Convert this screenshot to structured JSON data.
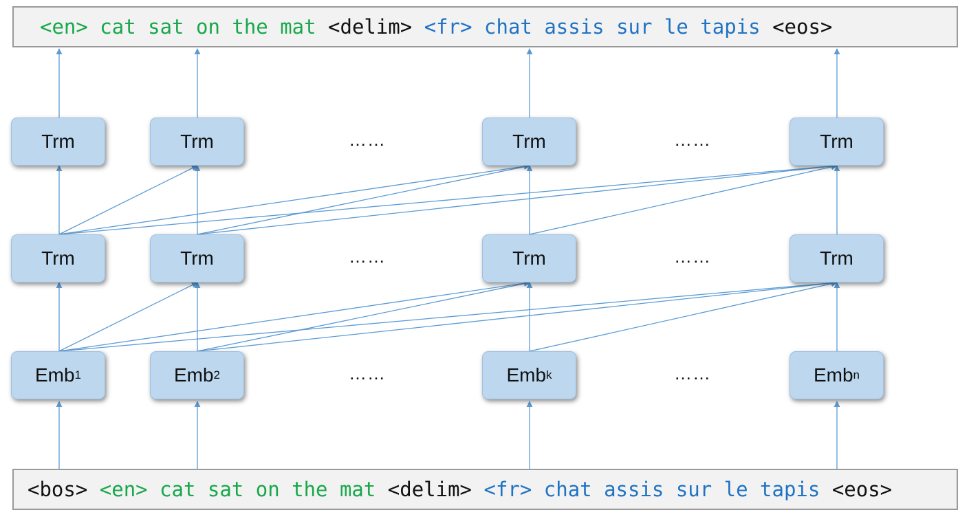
{
  "output_sequence": [
    {
      "text": "<en>",
      "color": "green"
    },
    {
      "text": " cat sat on the mat",
      "color": "green"
    },
    {
      "text": " <delim>",
      "color": "black"
    },
    {
      "text": " <fr>",
      "color": "blue"
    },
    {
      "text": " chat assis sur le tapis",
      "color": "blue"
    },
    {
      "text": " <eos>",
      "color": "black"
    }
  ],
  "input_sequence": [
    {
      "text": "<bos>",
      "color": "black"
    },
    {
      "text": " <en> cat sat on the mat",
      "color": "green"
    },
    {
      "text": " <delim>",
      "color": "black"
    },
    {
      "text": " <fr> chat assis sur le tapis",
      "color": "blue"
    },
    {
      "text": " <eos>",
      "color": "black"
    }
  ],
  "colors": {
    "green": "#18a84b",
    "blue": "#1f73c4",
    "black": "#111111",
    "node_fill": "#bcd7ee",
    "arrow": "#5b9bd5"
  },
  "layers": {
    "top": [
      "Trm",
      "Trm",
      "Trm",
      "Trm"
    ],
    "middle": [
      "Trm",
      "Trm",
      "Trm",
      "Trm"
    ],
    "embedding": [
      {
        "base": "Emb",
        "sub": "1"
      },
      {
        "base": "Emb",
        "sub": "2"
      },
      {
        "base": "Emb",
        "sub": "k"
      },
      {
        "base": "Emb",
        "sub": "n"
      }
    ]
  },
  "ellipsis": "……"
}
